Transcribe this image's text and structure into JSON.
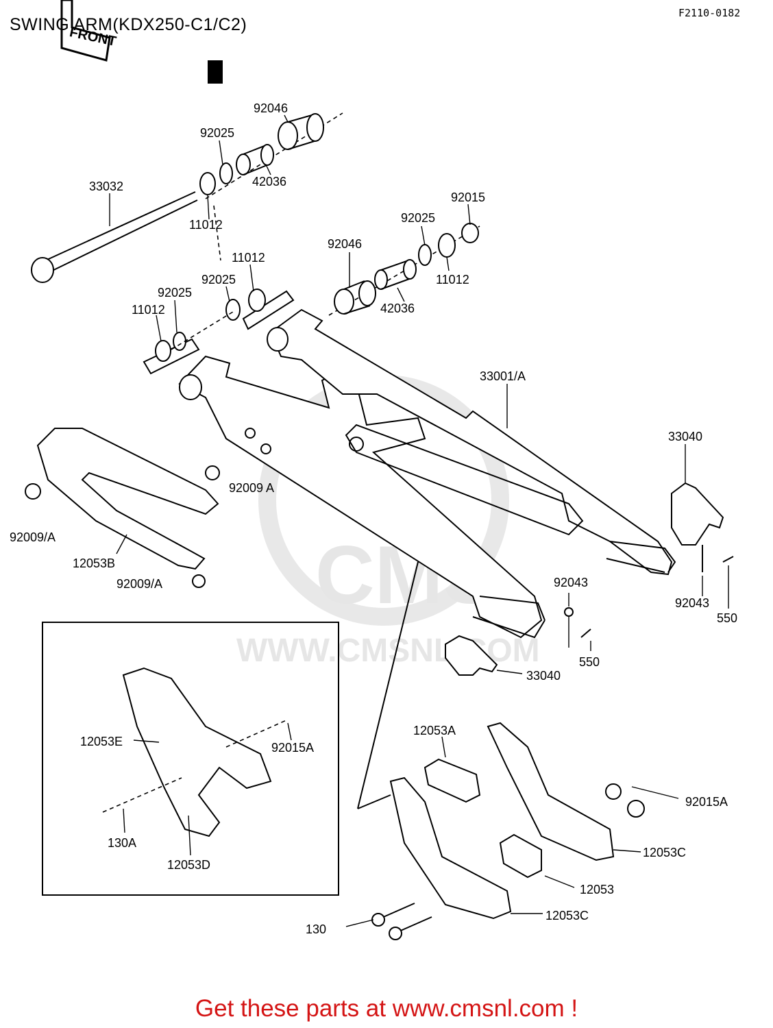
{
  "title": "SWING ARM(KDX250-C1/C2)",
  "diagram_code": "F2110-0182",
  "front_label": "FRONT",
  "watermark": {
    "brand": "CMS",
    "url": "WWW.CMSNL.COM"
  },
  "footer": "Get these parts at www.cmsnl.com !",
  "colors": {
    "footer": "#d41414",
    "line": "#000000",
    "watermark": "#e6e6e6"
  },
  "part_labels": [
    "92046",
    "92025",
    "42036",
    "33032",
    "11012",
    "92015",
    "92025",
    "92046",
    "11012",
    "11012",
    "92025",
    "42036",
    "92025",
    "11012",
    "33001/A",
    "33040",
    "92009 A",
    "92009/A",
    "12053B",
    "92009/A",
    "92043",
    "92043",
    "550",
    "550",
    "33040",
    "12053A",
    "12053E",
    "92015A",
    "92015A",
    "130A",
    "12053D",
    "12053C",
    "12053",
    "12053C",
    "130"
  ]
}
